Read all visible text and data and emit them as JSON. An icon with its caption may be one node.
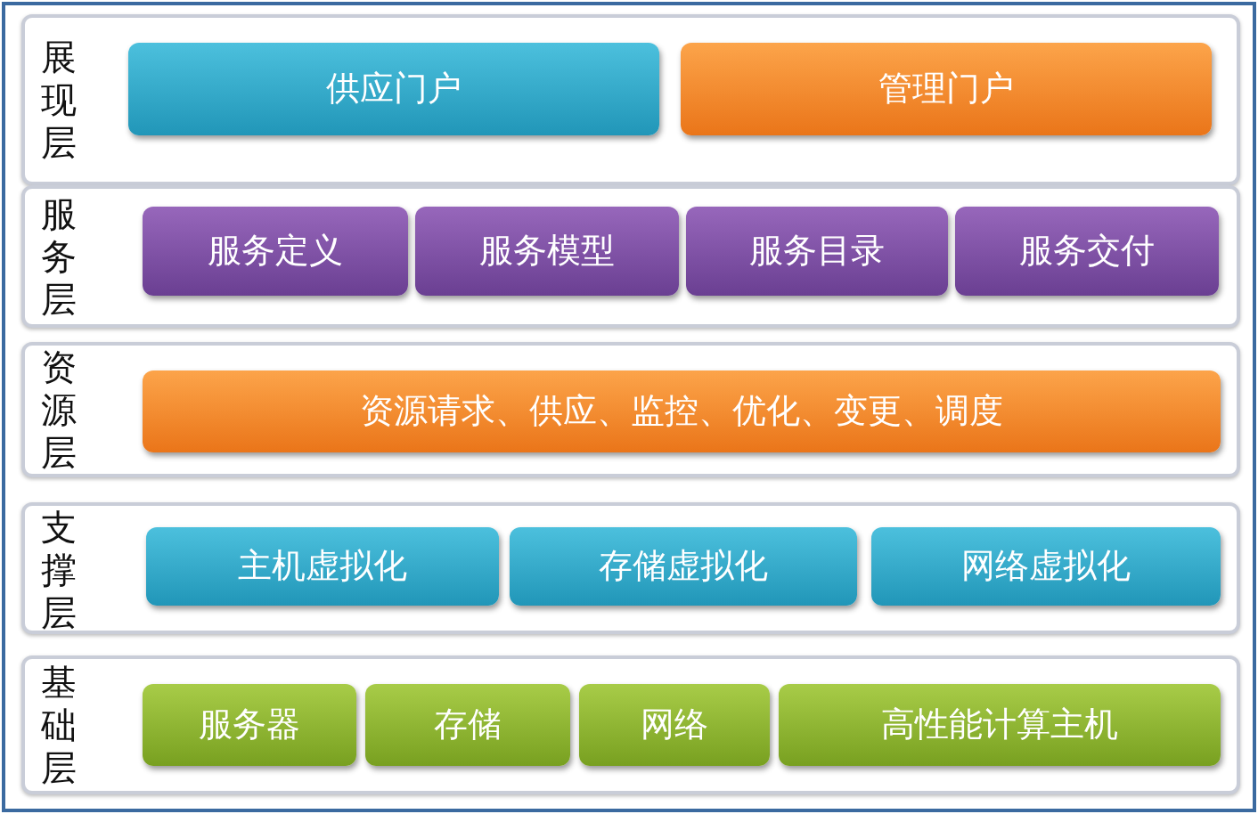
{
  "diagram": {
    "nodes": [
      {
        "text": [
          "展现层"
        ]
      },
      {
        "text": [
          "供应门户"
        ],
        "in": 0
      },
      {
        "text": [
          "管理门户"
        ],
        "in": 0
      },
      {
        "text": [
          "服务层"
        ]
      },
      {
        "text": [
          "服务定义"
        ],
        "in": 3
      },
      {
        "text": [
          "服务模型"
        ],
        "in": 3
      },
      {
        "text": [
          "服务目录"
        ],
        "in": 3
      },
      {
        "text": [
          "服务交付"
        ],
        "in": 3
      },
      {
        "text": [
          "资源层"
        ]
      },
      {
        "text": [
          "资源请求、供应、监控、优化、变更、调度"
        ],
        "in": 8
      },
      {
        "text": [
          "支撑层"
        ]
      },
      {
        "text": [
          "主机虚拟化"
        ],
        "in": 10
      },
      {
        "text": [
          "存储虚拟化"
        ],
        "in": 10
      },
      {
        "text": [
          "网络虚拟化"
        ],
        "in": 10
      },
      {
        "text": [
          "基础层"
        ]
      },
      {
        "text": [
          "服务器"
        ],
        "in": 14
      },
      {
        "text": [
          "存储"
        ],
        "in": 14
      },
      {
        "text": [
          "网络"
        ],
        "in": 14
      },
      {
        "text": [
          "高性能计算主机"
        ],
        "in": 14
      }
    ]
  }
}
